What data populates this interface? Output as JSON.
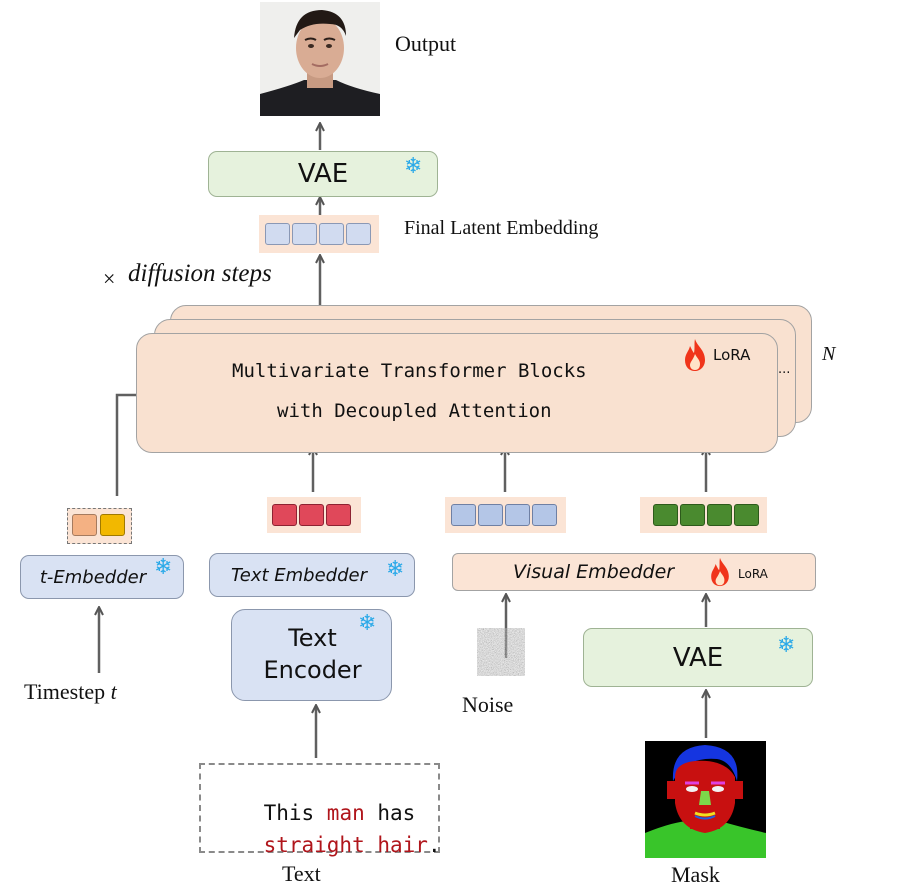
{
  "labels": {
    "output": "Output",
    "final_latent": "Final Latent Embedding",
    "diffusion_steps_mult": "×",
    "diffusion_steps": "diffusion steps",
    "n": "N",
    "timestep": "Timestep",
    "timestep_var": "t",
    "noise": "Noise",
    "text": "Text",
    "mask": "Mask",
    "ellipsis": "..."
  },
  "blocks": {
    "vae_top": "VAE",
    "vae_bottom": "VAE",
    "transformer_line1": "Multivariate Transformer Blocks",
    "transformer_line2": "with Decoupled Attention",
    "lora_transformer": "LoRA",
    "lora_visual": "LoRA",
    "t_embedder": "t-Embedder",
    "text_embedder": "Text Embedder",
    "visual_embedder": "Visual Embedder",
    "text_encoder_line1": "Text",
    "text_encoder_line2": "Encoder"
  },
  "prompt": {
    "w1": "This ",
    "w2": "man",
    "w3": " has",
    "w4": "straight hair",
    "w5": "."
  },
  "icons": {
    "frozen": "snowflake-icon",
    "trainable": "fire-icon"
  },
  "colors": {
    "highlight_red": "#b0151b",
    "snowflake": "#2aa9e8",
    "fire": "#f0341a",
    "token_latent": "#d1dbf0",
    "token_text": "#e0485a",
    "token_visual": "#4a8a2f",
    "token_t1": "#f4b183",
    "token_t2": "#f2b800"
  }
}
